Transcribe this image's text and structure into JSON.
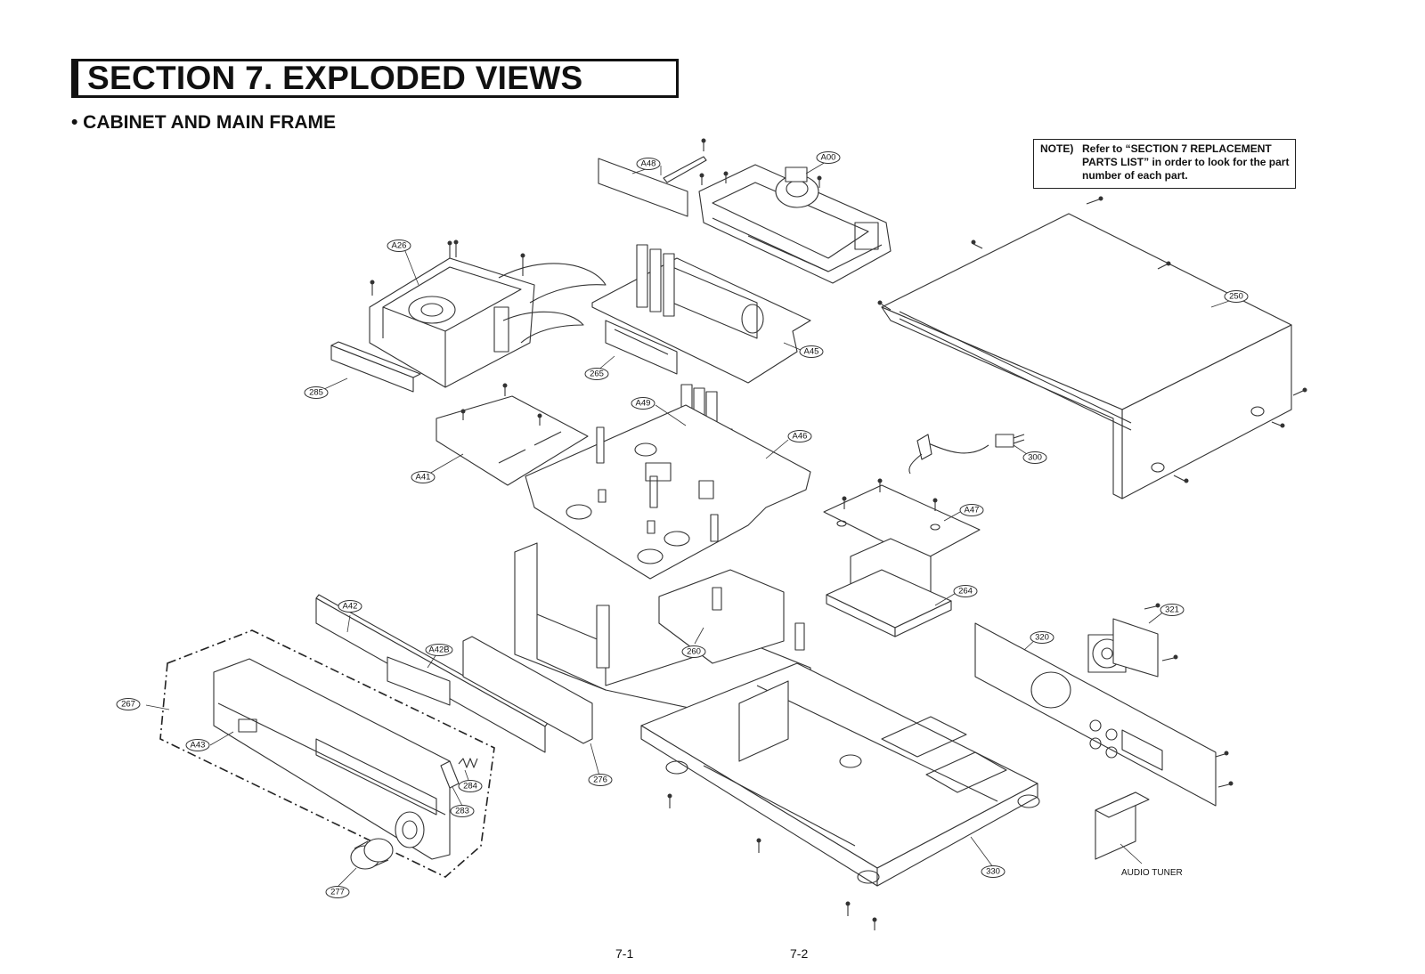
{
  "header": {
    "section_title": "SECTION 7. EXPLODED VIEWS",
    "subtitle": "• CABINET AND MAIN FRAME"
  },
  "note": {
    "label": "NOTE)",
    "text": "Refer to “SECTION 7 REPLACEMENT PARTS LIST” in order to look for the part number of each part."
  },
  "callouts": [
    {
      "id": "A48"
    },
    {
      "id": "A00"
    },
    {
      "id": "A26"
    },
    {
      "id": "250"
    },
    {
      "id": "A45"
    },
    {
      "id": "265"
    },
    {
      "id": "285"
    },
    {
      "id": "A49"
    },
    {
      "id": "A46"
    },
    {
      "id": "300"
    },
    {
      "id": "A41"
    },
    {
      "id": "A47"
    },
    {
      "id": "264"
    },
    {
      "id": "A42"
    },
    {
      "id": "A42B"
    },
    {
      "id": "321"
    },
    {
      "id": "320"
    },
    {
      "id": "260"
    },
    {
      "id": "267"
    },
    {
      "id": "A43"
    },
    {
      "id": "284"
    },
    {
      "id": "276"
    },
    {
      "id": "283"
    },
    {
      "id": "330"
    },
    {
      "id": "277"
    }
  ],
  "labels": {
    "audio_tuner": "AUDIO TUNER"
  },
  "footer": {
    "left_page": "7-1",
    "right_page": "7-2"
  }
}
